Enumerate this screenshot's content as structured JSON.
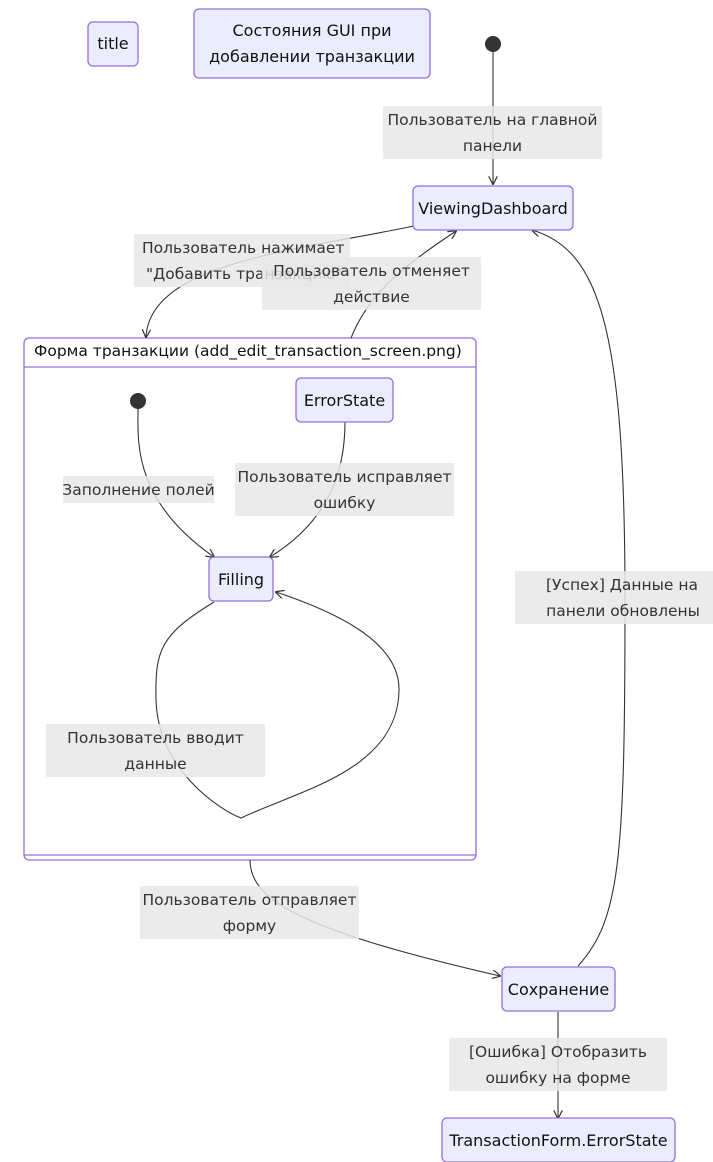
{
  "title_node": "title",
  "title_text": [
    "Состояния GUI при",
    "добавлении транзакции"
  ],
  "states": {
    "viewing_dashboard": "ViewingDashboard",
    "composite": "Форма транзакции (add_edit_transaction_screen.png)",
    "error_state": "ErrorState",
    "filling": "Filling",
    "saving": "Сохранение",
    "transaction_form_error": "TransactionForm.ErrorState"
  },
  "edge_labels": {
    "user_on_dashboard": [
      "Пользователь на главной",
      "панели"
    ],
    "user_clicks_add": [
      "Пользователь нажимает",
      "\"Добавить транзакцию\""
    ],
    "user_cancels": [
      "Пользователь отменяет",
      "действие"
    ],
    "filling_fields": [
      "Заполнение полей"
    ],
    "user_fixes_error": [
      "Пользователь исправляет",
      "ошибку"
    ],
    "user_enters_data": [
      "Пользователь вводит",
      "данные"
    ],
    "user_submits": [
      "Пользователь отправляет",
      "форму"
    ],
    "success_updated": [
      "[Успех] Данные на",
      "панели обновлены"
    ],
    "error_show": [
      "[Ошибка] Отобразить",
      "ошибку на форме"
    ]
  },
  "colors": {
    "node_fill": "#ECECFF",
    "node_stroke": "#9370DB",
    "edge_stroke": "#333333",
    "label_bg": "#e8e8e8"
  }
}
